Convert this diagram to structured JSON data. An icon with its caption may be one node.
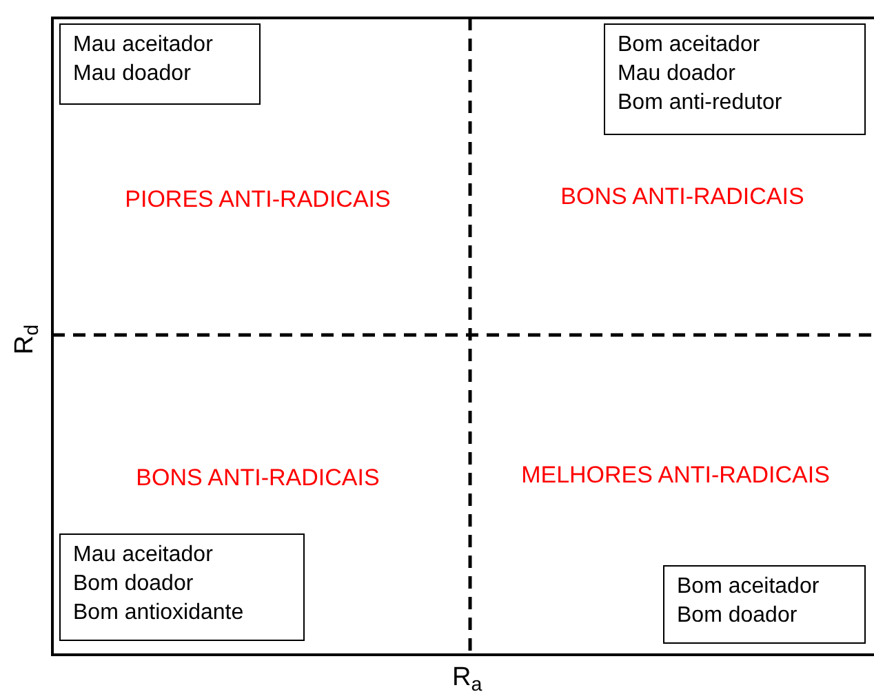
{
  "diagram": {
    "nodes": [
      {
        "text": [
          "Mau aceitador",
          "Mau doador"
        ]
      },
      {
        "text": [
          "Bom aceitador",
          "Mau doador",
          "Bom anti-redutor"
        ]
      },
      {
        "text": [
          "Mau aceitador",
          "Bom doador",
          "Bom antioxidante"
        ]
      },
      {
        "text": [
          "Bom aceitador",
          "Bom doador"
        ]
      }
    ],
    "edges": [],
    "labels": [
      "PIORES ANTI-RADICAIS",
      "BONS ANTI-RADICAIS",
      "R$_{d}$",
      "BONS ANTI-RADICAIS",
      "MELHORES ANTI-RADICAIS",
      "R$_{a}$"
    ]
  }
}
